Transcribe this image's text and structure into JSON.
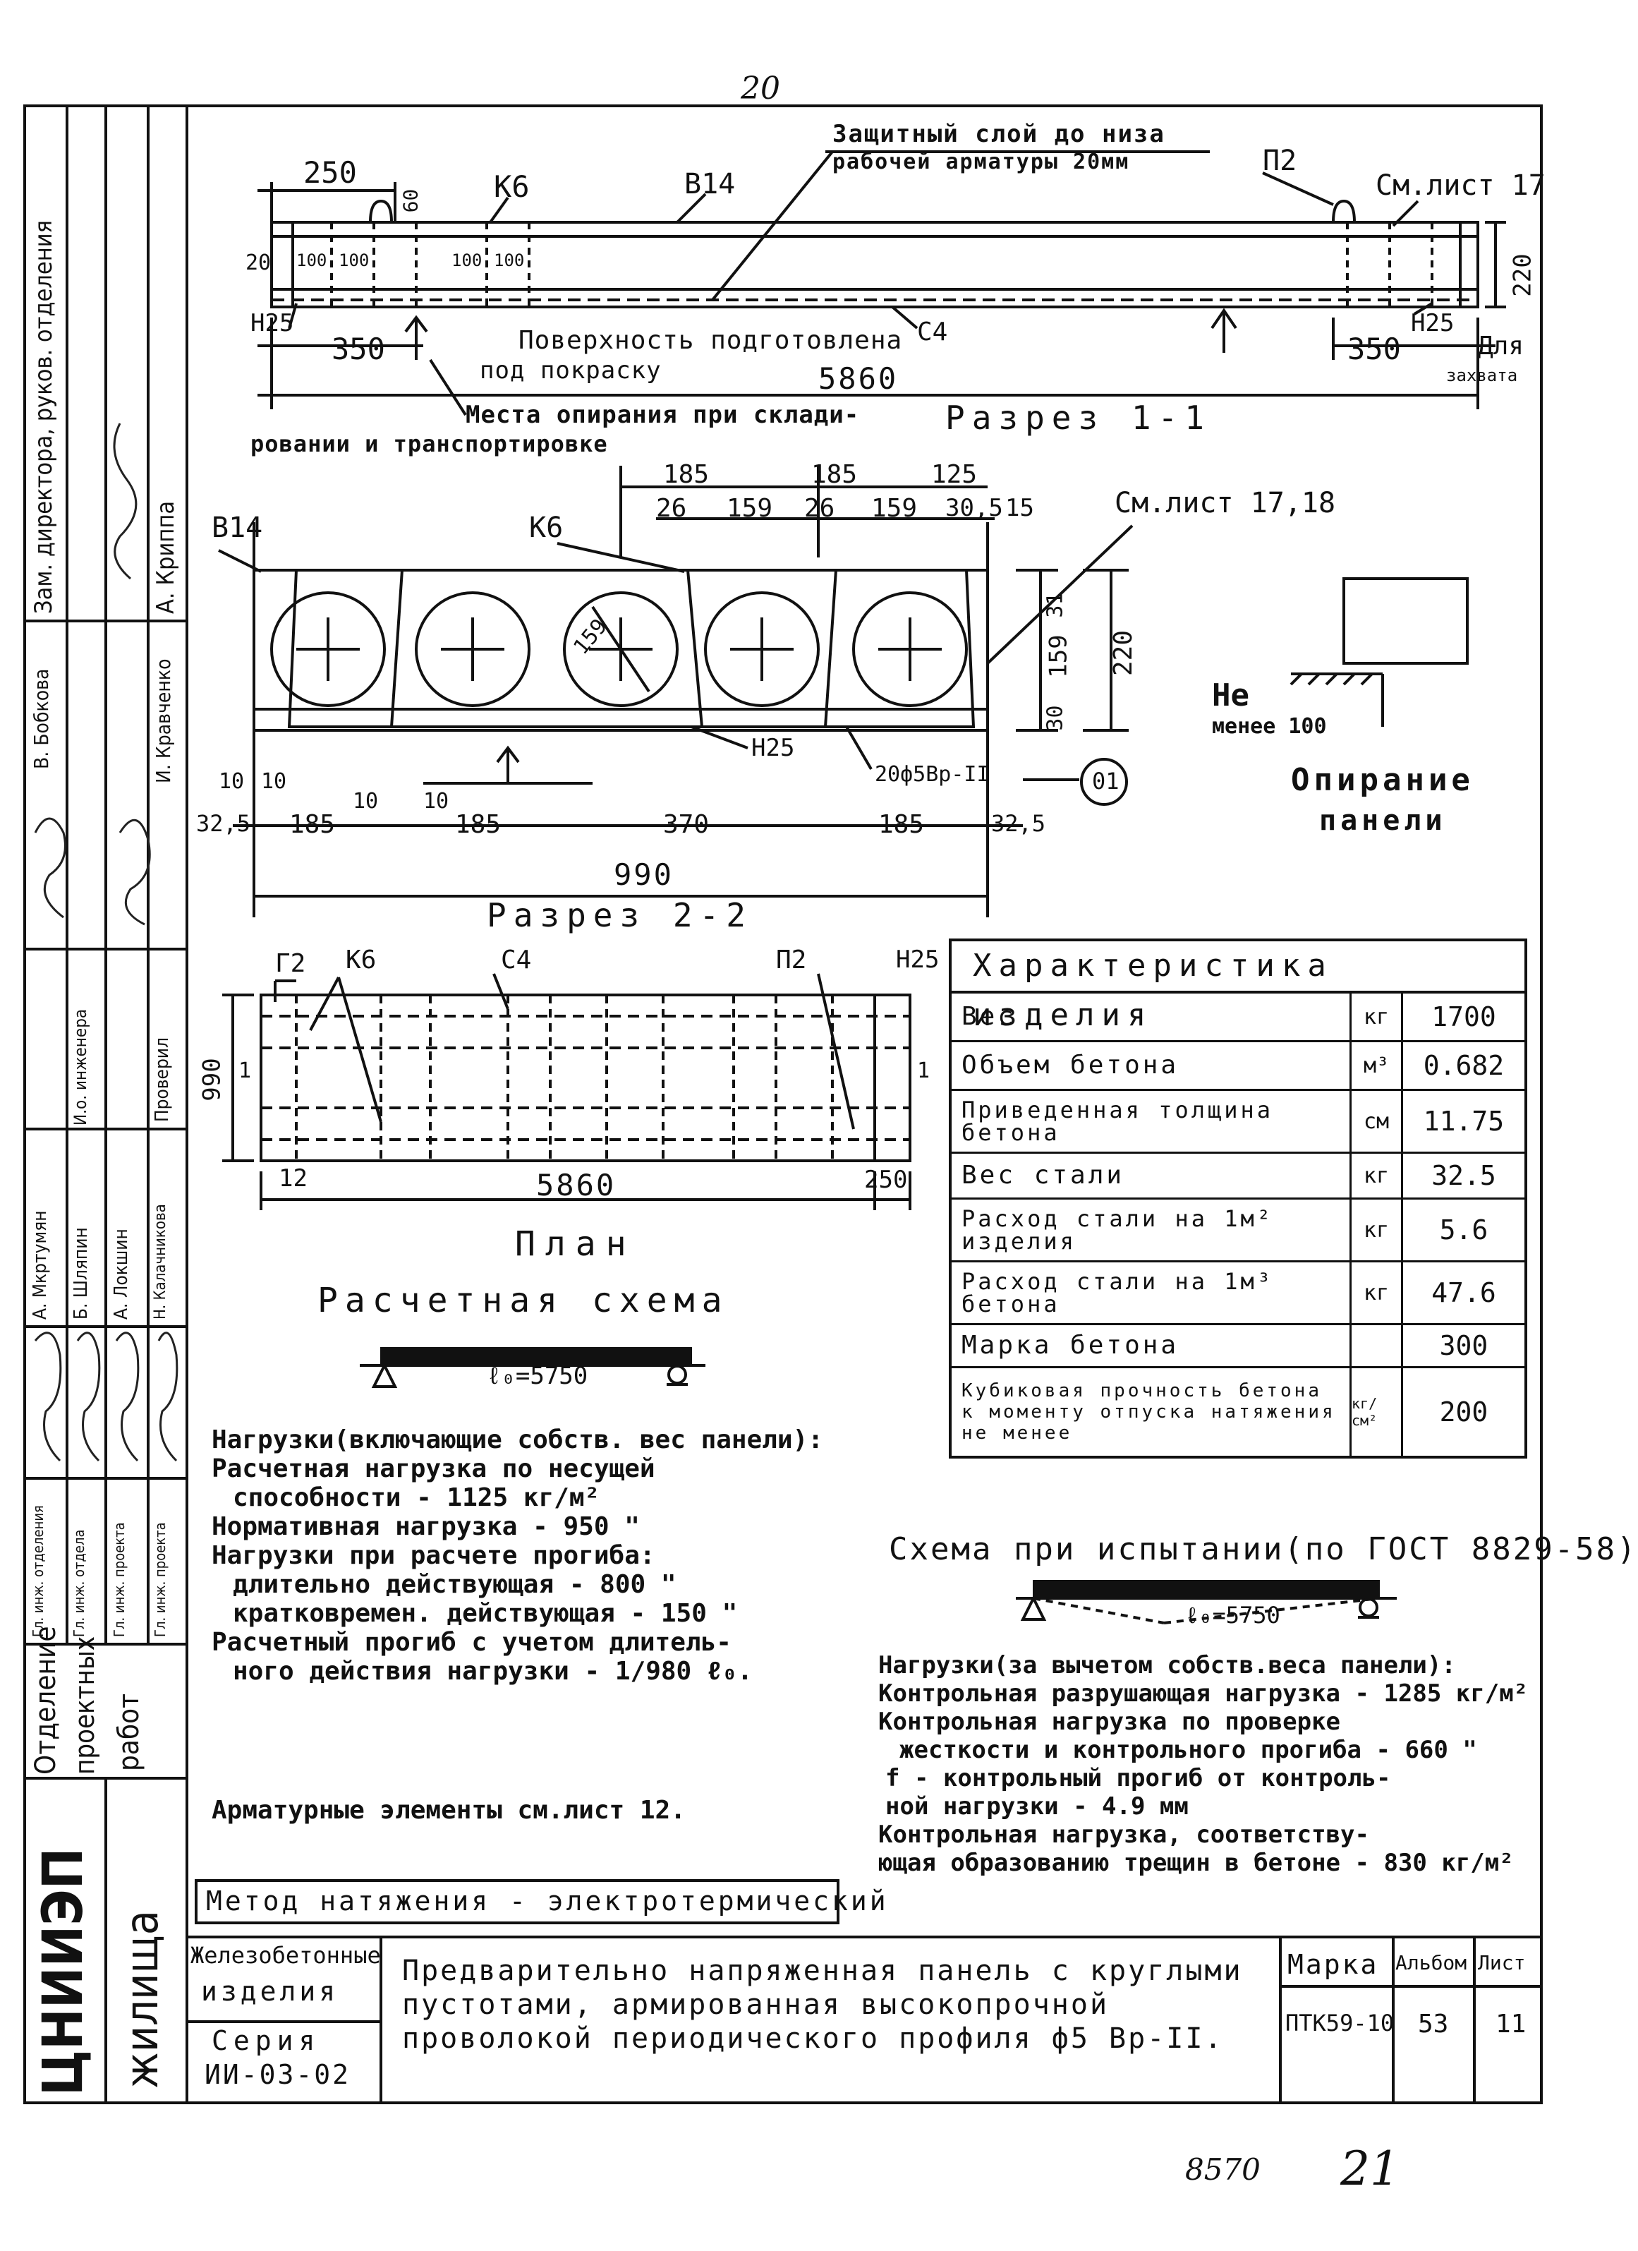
{
  "page": {
    "top_number": "20",
    "bottom_numbers": [
      "8570",
      "21"
    ]
  },
  "section_1_1": {
    "title": "Разрез 1-1",
    "labels": {
      "dim_250": "250",
      "dim_60": "60",
      "k6": "К6",
      "v14": "В14",
      "cover_note_1": "Защитный слой до низа",
      "cover_note_2": "рабочей арматуры 20мм",
      "p2": "П2",
      "see_sheet": "См.лист 17",
      "dim_220": "220",
      "dim_20": "20",
      "dim_100a": "100",
      "dim_100b": "100",
      "dim_100c": "100",
      "dim_100d": "100",
      "n25_left": "Н25",
      "n25_right": "Н25",
      "dim_350_left": "350",
      "dim_350_right": "350",
      "surface_1": "Поверхность подготовлена",
      "surface_2": "под покраску",
      "c4": "С4",
      "length": "5860",
      "for_grip_1": "Для",
      "for_grip_2": "захвата",
      "support_1": "Места опирания при склади-",
      "support_2": "ровании и транспортировке"
    }
  },
  "section_2_2": {
    "title": "Разрез 2-2",
    "labels": {
      "v14": "В14",
      "k6": "К6",
      "see_sheet": "См.лист 17,18",
      "top_185a": "185",
      "top_185b": "185",
      "top_125": "125",
      "d26a": "26",
      "d159a": "159",
      "d26b": "26",
      "d159b": "159",
      "d30_5": "30,5",
      "d15": "15",
      "diam": "159",
      "r31": "31",
      "r159": "159",
      "r30": "30",
      "r220": "220",
      "n25": "Н25",
      "bars": "20ф5Вр-II",
      "mark": "01",
      "b10a": "10",
      "b10b": "10",
      "b10c": "10",
      "b10d": "10",
      "b32_5a": "32,5",
      "b185a": "185",
      "b185b": "185",
      "b370": "370",
      "b185c": "185",
      "b32_5b": "32,5",
      "width": "990"
    }
  },
  "support_detail": {
    "ne": "Не",
    "menee": "менее 100",
    "title_1": "Опирание",
    "title_2": "панели"
  },
  "plan": {
    "title": "План",
    "labels": {
      "g2": "Г2",
      "k6": "К6",
      "c4": "С4",
      "p2": "П2",
      "n25": "Н25",
      "dim_990": "990",
      "m1": "1",
      "m1b": "1",
      "d12": "12",
      "length": "5860",
      "d250": "250"
    }
  },
  "characteristics": {
    "title": "Характеристика изделия",
    "rows": [
      {
        "name": "Вес",
        "unit": "кг",
        "value": "1700"
      },
      {
        "name": "Объем бетона",
        "unit": "м³",
        "value": "0.682"
      },
      {
        "name": "Приведенная толщина бетона",
        "unit": "см",
        "value": "11.75"
      },
      {
        "name": "Вес стали",
        "unit": "кг",
        "value": "32.5"
      },
      {
        "name": "Расход стали на 1м² изделия",
        "unit": "кг",
        "value": "5.6"
      },
      {
        "name": "Расход стали на 1м³ бетона",
        "unit": "кг",
        "value": "47.6"
      },
      {
        "name": "Марка бетона",
        "unit": "",
        "value": "300"
      },
      {
        "name": "Кубиковая прочность бетона к моменту отпуска натяжения не менее",
        "unit": "кг/см²",
        "value": "200"
      }
    ]
  },
  "design_scheme": {
    "title": "Расчетная схема",
    "span": "ℓ₀=5750",
    "lines": [
      "Нагрузки(включающие собств. вес панели):",
      "Расчетная нагрузка по несущей",
      "способности        - 1125 кг/м²",
      "Нормативная нагрузка   - 950  \"",
      "Нагрузки при расчете прогиба:",
      "длительно действующая  - 800  \"",
      "кратковремен. действующая - 150  \"",
      "Расчетный прогиб с учетом  длитель-",
      "ного действия нагрузки - 1/980 ℓ₀."
    ]
  },
  "reinforcement_note": "Арматурные элементы см.лист 12.",
  "test_scheme": {
    "title": "Схема при испытании(по ГОСТ 8829-58)",
    "span": "ℓ₀=5750",
    "lines": [
      "Нагрузки(за вычетом собств.веса панели):",
      "Контрольная разрушающая нагрузка - 1285 кг/м²",
      "Контрольная нагрузка по проверке",
      "жесткости и контрольного прогиба - 660  \"",
      "f - контрольный прогиб от контроль-",
      "ной нагрузки              - 4.9 мм",
      "Контрольная нагрузка, соответству-",
      "ющая образованию трещин в бетоне - 830 кг/м²"
    ]
  },
  "method": "Метод натяжения - электротермический",
  "title_block": {
    "org_1": "ЦНИИЭП",
    "org_2": "жилища",
    "dept_1": "Отделение",
    "dept_2": "проектных",
    "dept_3": "работ",
    "category_1": "Железобетонные",
    "category_2": "изделия",
    "series_1": "Серия",
    "series_2": "ИИ-03-02",
    "description_1": "Предварительно напряженная панель с круглыми",
    "description_2": "пустотами, армированная высокопрочной",
    "description_3": "проволокой периодического профиля ф5 Вр-II.",
    "mark_label": "Марка",
    "mark_value": "ПТК59-10",
    "album_label": "Альбом",
    "album_value": "53",
    "sheet_label": "Лист",
    "sheet_value": "11"
  },
  "stamp": {
    "roles": [
      "Зам. директора, руков. отделения",
      "Гл. инж. отделения",
      "Гл. инж. отдела",
      "Гл. инж. проекта",
      "Гл. инж. проекта",
      "И.о. инженера",
      "Проверил"
    ],
    "names": [
      "А. Криппа",
      "В. Бобкова",
      "И. Кравченко",
      "А. Мкртумян",
      "Б. Шляпин",
      "А. Локшин",
      "Н. Калачникова"
    ]
  }
}
